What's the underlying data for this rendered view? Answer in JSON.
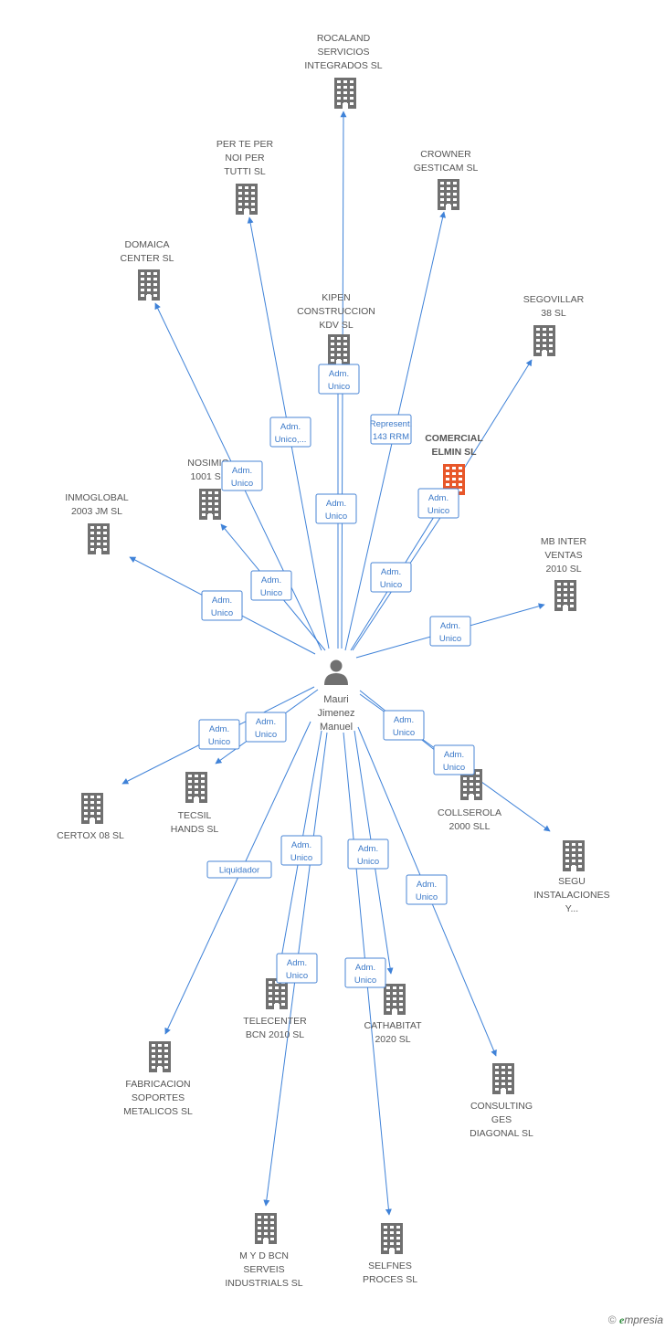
{
  "colors": {
    "edge": "#3f82d8",
    "building": "#707070",
    "building_highlight": "#e8572a",
    "person": "#707070",
    "label": "#555555"
  },
  "center": {
    "name_lines": [
      "Mauri",
      "Jimenez",
      "Manuel"
    ],
    "icon": "person-icon"
  },
  "companies": [
    {
      "id": "rocaland",
      "lines": [
        "ROCALAND",
        "SERVICIOS",
        "INTEGRADOS SL"
      ],
      "highlight": false
    },
    {
      "id": "perteper",
      "lines": [
        "PER TE PER",
        "NOI PER",
        "TUTTI SL"
      ],
      "highlight": false
    },
    {
      "id": "crowner",
      "lines": [
        "CROWNER",
        "GESTICAM SL"
      ],
      "highlight": false
    },
    {
      "id": "domaica",
      "lines": [
        "DOMAICA",
        "CENTER SL"
      ],
      "highlight": false
    },
    {
      "id": "kipen",
      "lines": [
        "KIPEN",
        "CONSTRUCCION",
        "KDV SL"
      ],
      "highlight": false
    },
    {
      "id": "segovillar",
      "lines": [
        "SEGOVILLAR",
        "38 SL"
      ],
      "highlight": false
    },
    {
      "id": "comercial",
      "lines": [
        "COMERCIAL",
        "ELMIN SL"
      ],
      "highlight": true
    },
    {
      "id": "nosimio",
      "lines": [
        "NOSIMIO",
        "1001 SL"
      ],
      "highlight": false
    },
    {
      "id": "inmoglobal",
      "lines": [
        "INMOGLOBAL",
        "2003 JM SL"
      ],
      "highlight": false
    },
    {
      "id": "mbinter",
      "lines": [
        "MB INTER",
        "VENTAS",
        "2010  SL"
      ],
      "highlight": false
    },
    {
      "id": "certox",
      "lines": [
        "CERTOX 08 SL"
      ],
      "highlight": false
    },
    {
      "id": "tecsil",
      "lines": [
        "TECSIL",
        "HANDS SL"
      ],
      "highlight": false
    },
    {
      "id": "collserola",
      "lines": [
        "COLLSEROLA",
        "2000 SLL"
      ],
      "highlight": false
    },
    {
      "id": "segu",
      "lines": [
        "SEGU",
        "INSTALACIONES",
        "Y..."
      ],
      "highlight": false
    },
    {
      "id": "telecenter",
      "lines": [
        "TELECENTER",
        "BCN 2010 SL"
      ],
      "highlight": false
    },
    {
      "id": "cathabitat",
      "lines": [
        "CATHABITAT",
        "2020 SL"
      ],
      "highlight": false
    },
    {
      "id": "fabricacion",
      "lines": [
        "FABRICACION",
        "SOPORTES",
        "METALICOS SL"
      ],
      "highlight": false
    },
    {
      "id": "consulting",
      "lines": [
        "CONSULTING",
        "GES",
        "DIAGONAL SL"
      ],
      "highlight": false
    },
    {
      "id": "myd",
      "lines": [
        "M Y D BCN",
        "SERVEIS",
        "INDUSTRIALS SL"
      ],
      "highlight": false
    },
    {
      "id": "selfnes",
      "lines": [
        "SELFNES",
        "PROCES SL"
      ],
      "highlight": false
    }
  ],
  "relations": [
    {
      "target": "rocaland",
      "lines": [
        "Adm.",
        "Unico"
      ]
    },
    {
      "target": "perteper",
      "lines": [
        "Adm.",
        "Unico,..."
      ]
    },
    {
      "target": "crowner",
      "lines": [
        "Represent.",
        "143 RRM"
      ]
    },
    {
      "target": "domaica",
      "lines": [
        "Adm.",
        "Unico"
      ]
    },
    {
      "target": "kipen",
      "lines": [
        "Adm.",
        "Unico"
      ]
    },
    {
      "target": "segovillar",
      "lines": [
        "Adm.",
        "Unico"
      ]
    },
    {
      "target": "comercial",
      "lines": [
        "Adm.",
        "Unico"
      ]
    },
    {
      "target": "nosimio",
      "lines": [
        "Adm.",
        "Unico"
      ]
    },
    {
      "target": "inmoglobal",
      "lines": [
        "Adm.",
        "Unico"
      ]
    },
    {
      "target": "mbinter",
      "lines": [
        "Adm.",
        "Unico"
      ]
    },
    {
      "target": "certox",
      "lines": [
        "Adm.",
        "Unico"
      ]
    },
    {
      "target": "tecsil",
      "lines": [
        "Adm.",
        "Unico"
      ]
    },
    {
      "target": "collserola",
      "lines": [
        "Adm.",
        "Unico"
      ]
    },
    {
      "target": "segu",
      "lines": [
        "Adm.",
        "Unico"
      ]
    },
    {
      "target": "telecenter",
      "lines": [
        "Adm.",
        "Unico"
      ]
    },
    {
      "target": "cathabitat",
      "lines": [
        "Adm.",
        "Unico"
      ]
    },
    {
      "target": "fabricacion",
      "lines": [
        "Liquidador"
      ]
    },
    {
      "target": "consulting",
      "lines": [
        "Adm.",
        "Unico"
      ]
    },
    {
      "target": "myd",
      "lines": [
        "Adm.",
        "Unico"
      ]
    },
    {
      "target": "selfnes",
      "lines": [
        "Adm.",
        "Unico"
      ]
    }
  ],
  "footer": {
    "copyright": "©",
    "brand_initial": "e",
    "brand_rest": "mpresia"
  }
}
